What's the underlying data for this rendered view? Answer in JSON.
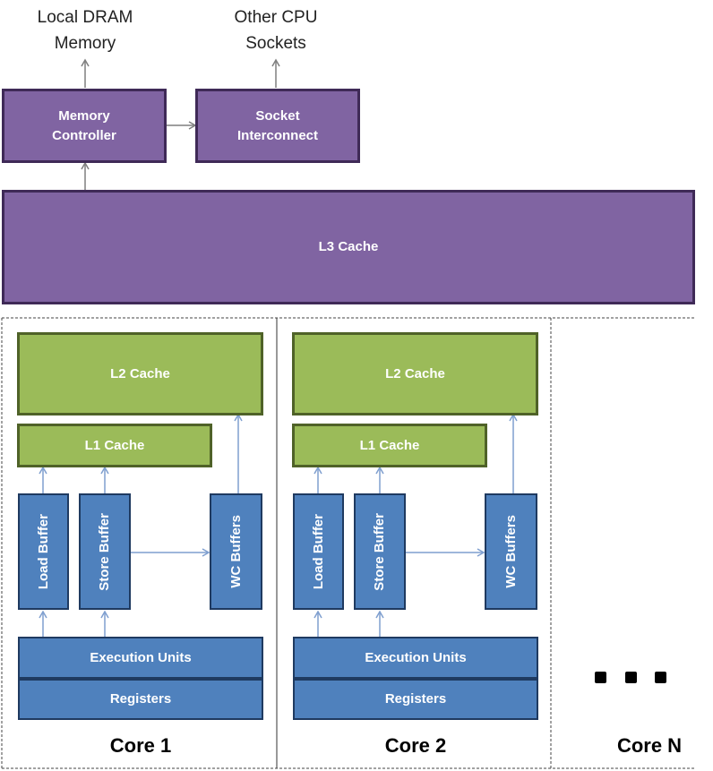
{
  "top_labels": {
    "local_dram": "Local DRAM\nMemory",
    "other_cpu": "Other CPU\nSockets"
  },
  "uncore": {
    "memory_controller": "Memory\nController",
    "socket_interconnect": "Socket\nInterconnect",
    "l3_cache": "L3 Cache"
  },
  "cores": [
    {
      "label": "Core 1",
      "l2": "L2 Cache",
      "l1": "L1 Cache",
      "load_buffer": "Load Buffer",
      "store_buffer": "Store Buffer",
      "wc_buffers": "WC Buffers",
      "execution_units": "Execution Units",
      "registers": "Registers"
    },
    {
      "label": "Core 2",
      "l2": "L2 Cache",
      "l1": "L1 Cache",
      "load_buffer": "Load Buffer",
      "store_buffer": "Store Buffer",
      "wc_buffers": "WC Buffers",
      "execution_units": "Execution Units",
      "registers": "Registers"
    },
    {
      "label": "Core N"
    }
  ],
  "colors": {
    "purple": "#8064a2",
    "green": "#9bbb59",
    "blue": "#4f81bd",
    "arrow": "#7f9fcf"
  }
}
